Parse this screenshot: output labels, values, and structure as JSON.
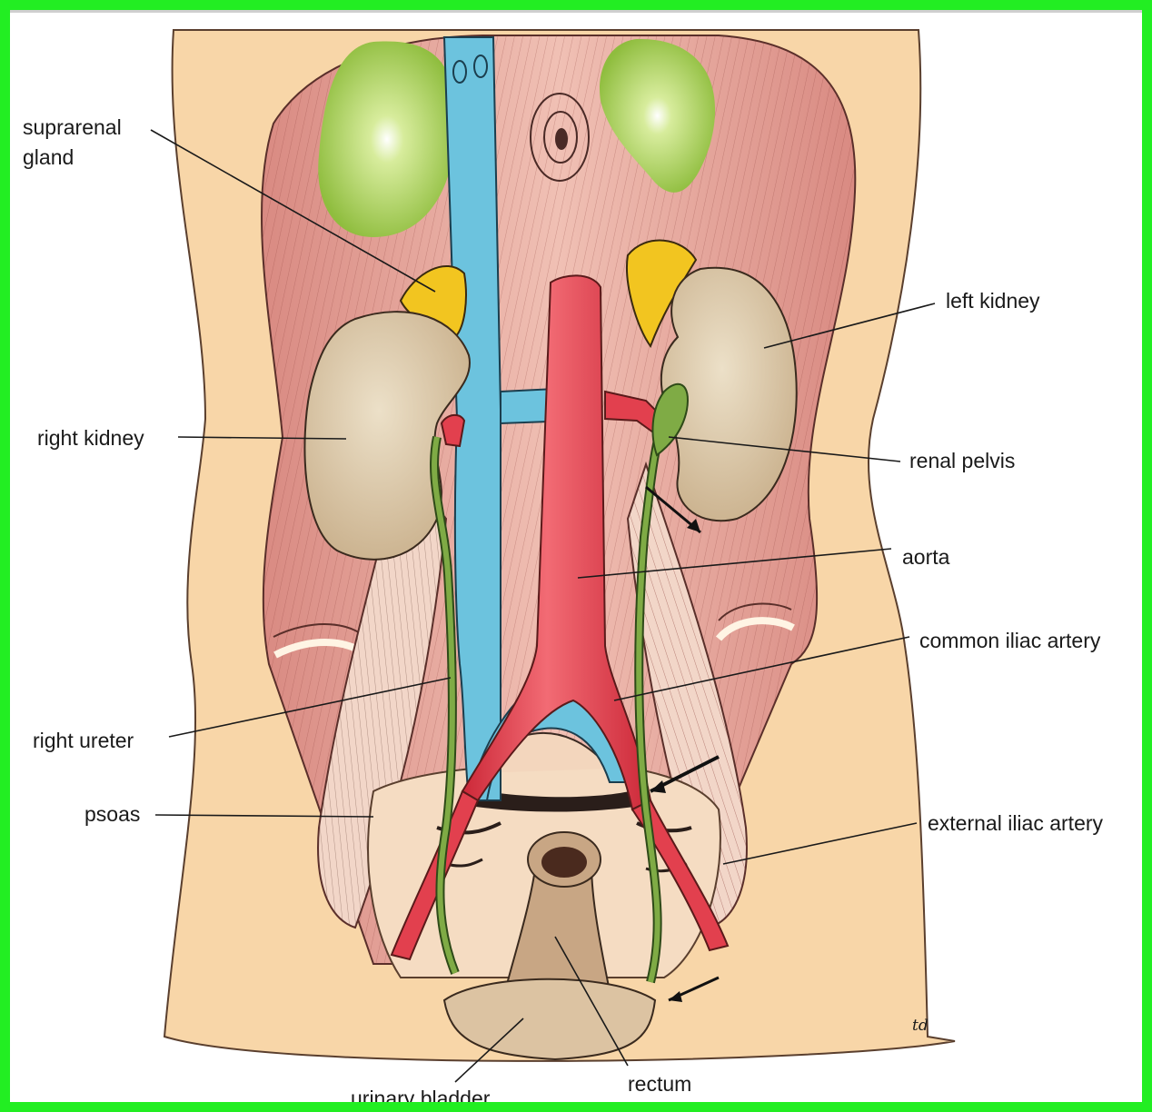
{
  "labels": {
    "suprarenal_gland_line1": "suprarenal",
    "suprarenal_gland_line2": "gland",
    "left_kidney": "left kidney",
    "right_kidney": "right kidney",
    "renal_pelvis": "renal pelvis",
    "aorta": "aorta",
    "common_iliac_artery": "common iliac artery",
    "right_ureter": "right ureter",
    "psoas": "psoas",
    "external_iliac_artery": "external iliac artery",
    "urinary_bladder": "urinary bladder",
    "rectum": "rectum"
  },
  "signature": "td",
  "colors": {
    "frame": "#22ee22",
    "skin": "#f8d6a8",
    "muscle": "#e6a49a",
    "vena_cava": "#6cc3de",
    "aorta": "#e2404e",
    "kidney": "#dcc7a7",
    "suprarenal": "#f2c520",
    "liver_spleen": "#9fc64a",
    "ureter": "#7fab45"
  }
}
